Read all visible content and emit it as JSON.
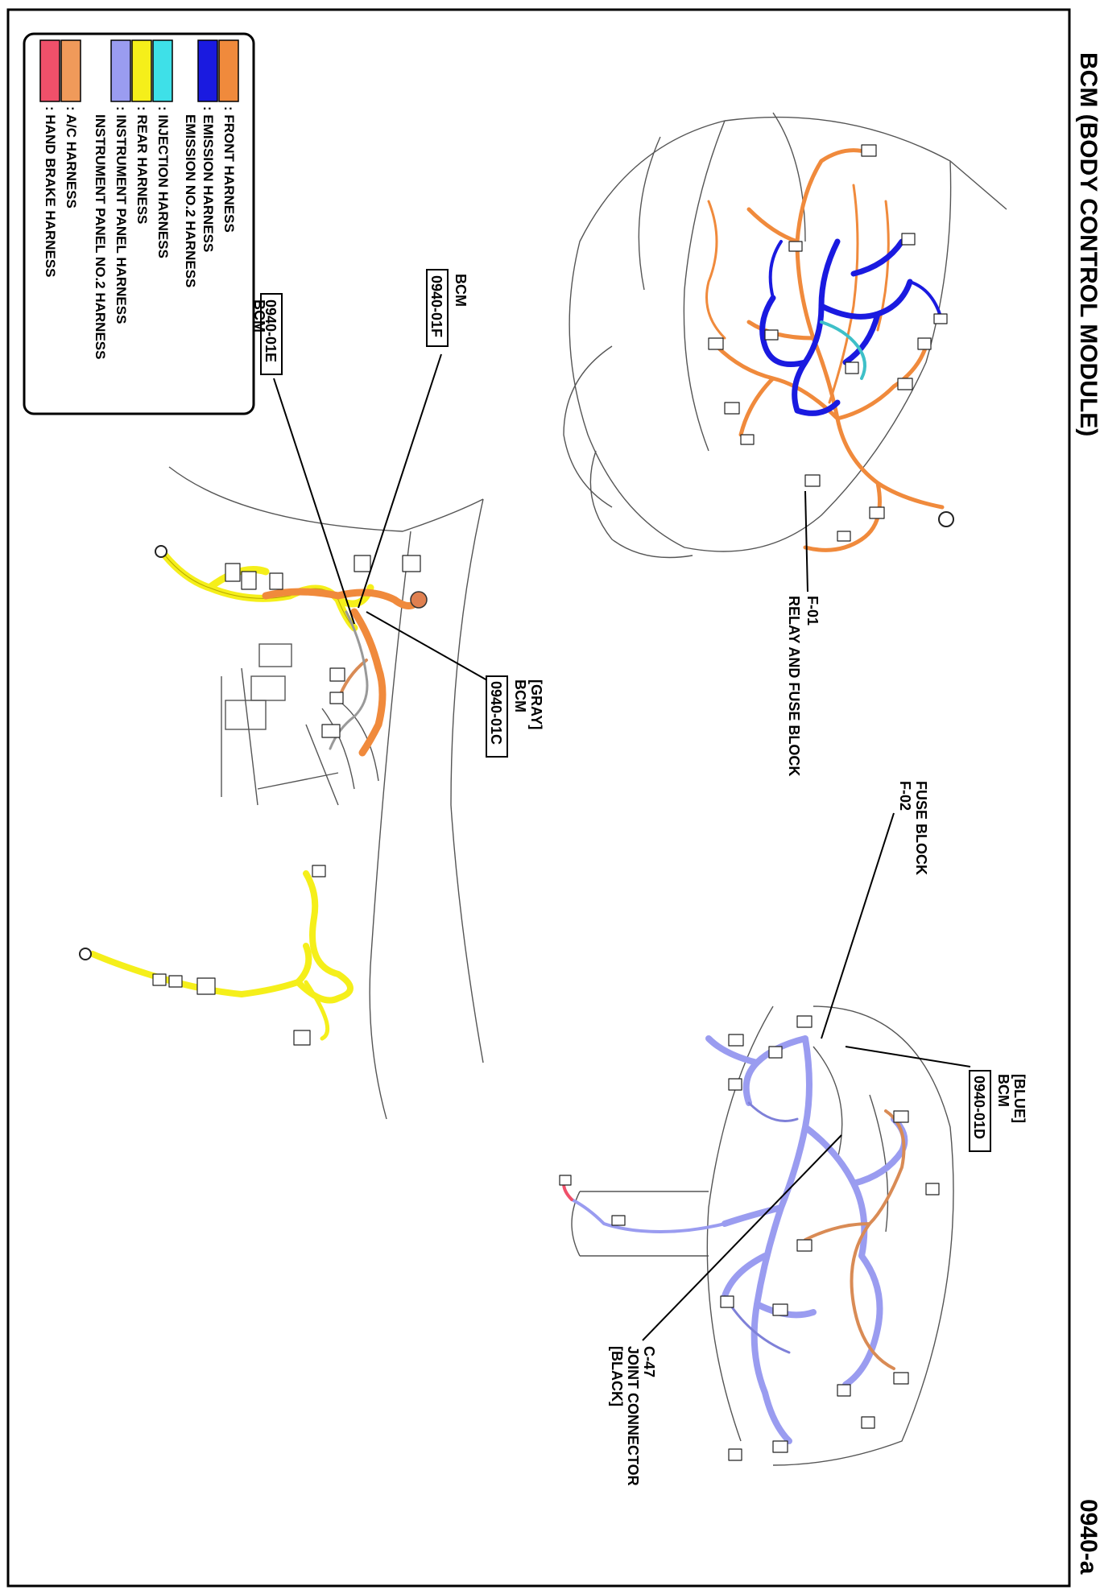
{
  "page": {
    "title": "BCM (BODY CONTROL MODULE)",
    "code": "0940-a"
  },
  "legend": {
    "items": [
      {
        "color": "#f08a3c",
        "label": ": FRONT HARNESS"
      },
      {
        "color": "#1a1ae0",
        "label": ": EMISSION HARNESS"
      },
      {
        "color": "#1a1ae0",
        "label": "EMISSION NO.2 HARNESS"
      },
      {
        "color": "#3ee0e8",
        "label": ": INJECTION HARNESS"
      },
      {
        "color": "#f5ef1a",
        "label": ": REAR HARNESS"
      },
      {
        "color": "#9a9cf0",
        "label": ": INSTRUMENT PANEL HARNESS"
      },
      {
        "color": "#9a9cf0",
        "label": "INSTRUMENT PANEL NO.2 HARNESS"
      },
      {
        "color": "#f09a5a",
        "label": ": A/C HARNESS"
      },
      {
        "color": "#f0506a",
        "label": ": HAND BRAKE HARNESS"
      }
    ]
  },
  "callouts": {
    "c01F_top": "BCM",
    "c01F_box": "0940-01F",
    "c01E_box": "0940-01E",
    "c01E_bottom": "BCM",
    "c01C_l1": "[GRAY]",
    "c01C_l2": "BCM",
    "c01C_box": "0940-01C",
    "f01_l1": "F-01",
    "f01_l2": "RELAY AND FUSE BLOCK",
    "f02_l1": "FUSE BLOCK",
    "f02_l2": "F-02",
    "c01D_l1": "[BLUE]",
    "c01D_l2": "BCM",
    "c01D_box": "0940-01D",
    "c47_l1": "C-47",
    "c47_l2": "JOINT CONNECTOR",
    "c47_l3": "[BLACK]"
  },
  "colors": {
    "front": "#f08a3c",
    "emission": "#1a1ae0",
    "injection": "#3ec0c8",
    "rear": "#f5ef1a",
    "instrument": "#9a9cf0",
    "ac": "#d98b55",
    "handbrake": "#f0506a"
  }
}
